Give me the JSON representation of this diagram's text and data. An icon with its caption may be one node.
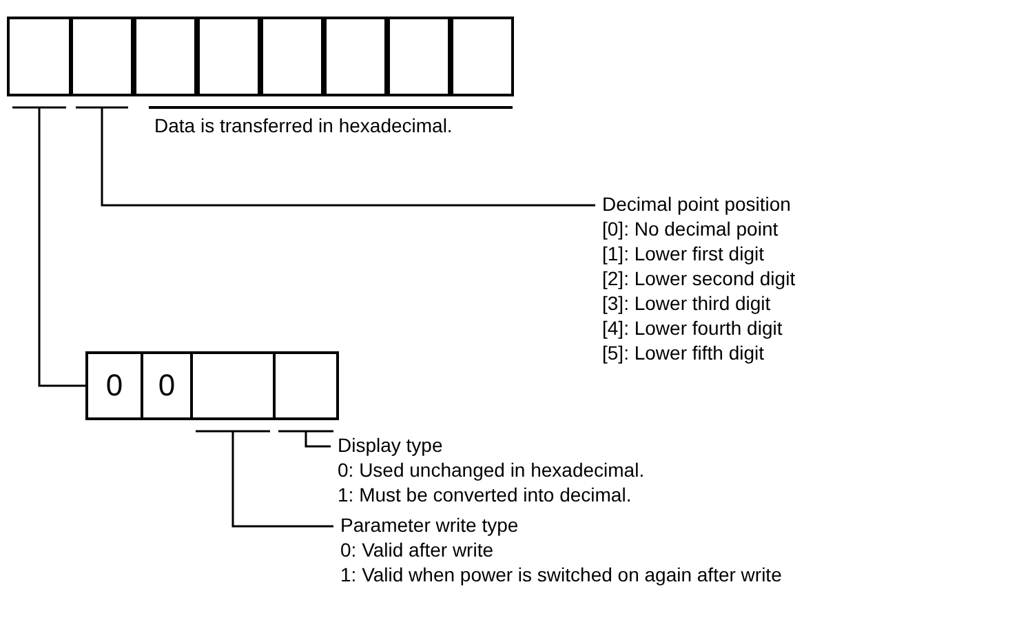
{
  "diagram": {
    "nodes": [
      {
        "text": [],
        "shape": "box"
      },
      {
        "text": [],
        "shape": "box"
      },
      {
        "text": [],
        "shape": "box"
      },
      {
        "text": [],
        "shape": "box"
      },
      {
        "text": [],
        "shape": "box"
      },
      {
        "text": [],
        "shape": "box"
      },
      {
        "text": [],
        "shape": "box"
      },
      {
        "text": [],
        "shape": "box"
      },
      {
        "text": [
          "Decimal point position",
          "[0]: No decimal point",
          "[1]: Lower first digit",
          "[2]: Lower second digit",
          "[3]: Lower third digit",
          "[4]: Lower fourth digit",
          "[5]: Lower fifth digit"
        ]
      },
      {
        "text": [
          "0"
        ]
      },
      {
        "text": [
          "0"
        ]
      },
      {
        "text": [],
        "shape": "box"
      },
      {
        "text": [],
        "shape": "box"
      },
      {
        "text": [
          "Display type",
          "0: Used unchanged in hexadecimal.",
          "1: Must be converted into decimal."
        ]
      },
      {
        "text": [
          "Parameter write type",
          "0: Valid after write",
          "1: Valid when power is switched on again after write"
        ]
      }
    ],
    "edges": [
      {
        "from": 1,
        "to": 8,
        "arrow": "none"
      },
      {
        "from": 0,
        "to": 9,
        "arrow": "none"
      },
      {
        "from": 12,
        "to": 13,
        "arrow": "none"
      },
      {
        "from": 11,
        "to": 14,
        "arrow": "none"
      }
    ],
    "labels": [
      "Data is transferred in hexadecimal."
    ]
  }
}
